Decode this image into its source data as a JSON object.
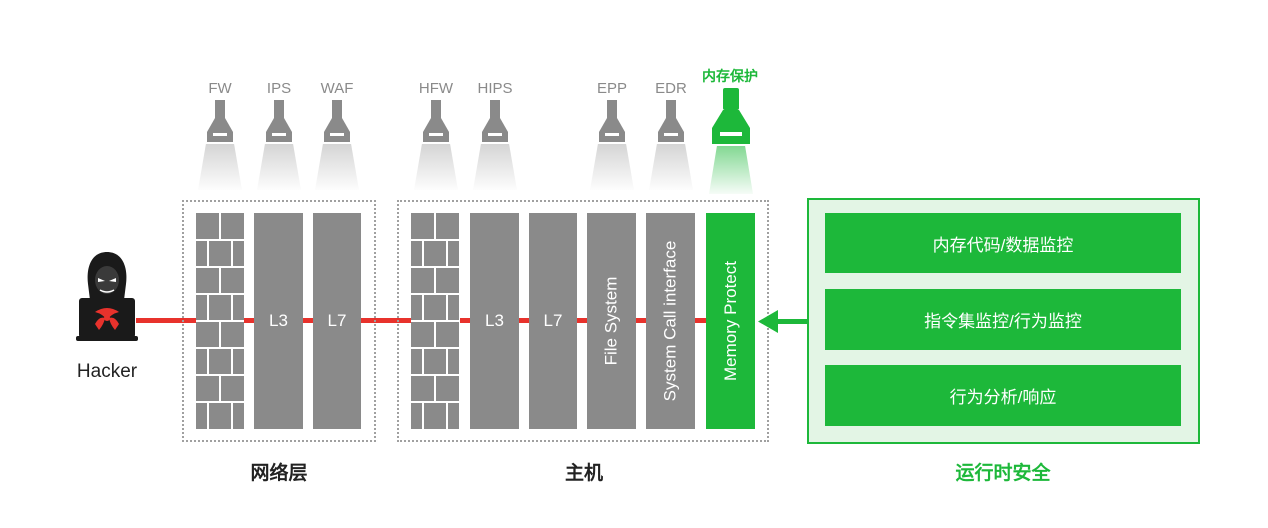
{
  "lamps": [
    {
      "label": "FW",
      "color": "gray"
    },
    {
      "label": "IPS",
      "color": "gray"
    },
    {
      "label": "WAF",
      "color": "gray"
    },
    {
      "label": "HFW",
      "color": "gray"
    },
    {
      "label": "HIPS",
      "color": "gray"
    },
    {
      "label": "EPP",
      "color": "gray"
    },
    {
      "label": "EDR",
      "color": "gray"
    },
    {
      "label": "内存保护",
      "color": "green"
    }
  ],
  "hacker": {
    "label": "Hacker"
  },
  "network": {
    "caption": "网络层",
    "layers": [
      "L3",
      "L7"
    ]
  },
  "host": {
    "caption": "主机",
    "layers": [
      "L3",
      "L7",
      "File System",
      "System Call interface",
      "Memory Protect"
    ]
  },
  "runtime": {
    "caption": "运行时安全",
    "items": [
      "内存代码/数据监控",
      "指令集监控/行为监控",
      "行为分析/响应"
    ]
  },
  "colors": {
    "gray": "#8a8a8a",
    "green": "#1db83a",
    "red": "#e8322c",
    "runtime_bg": "#e3f5e5"
  }
}
